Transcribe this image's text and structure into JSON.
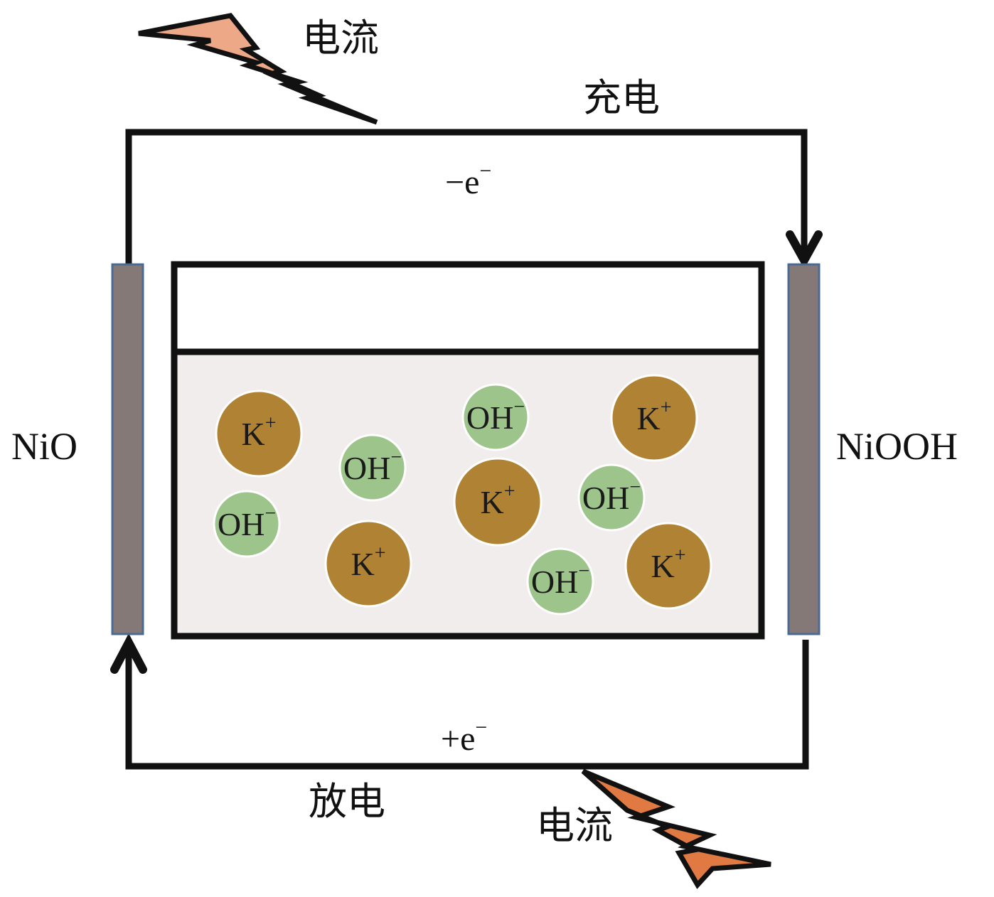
{
  "diagram": {
    "type": "nickel-battery-charge-discharge",
    "colors": {
      "wire": "#111111",
      "electrode_fill": "#857977",
      "electrode_border": "#4a6a94",
      "electrolyte": "#f1eded",
      "k_ion": "#b08233",
      "oh_ion": "#9dc48a",
      "bolt_top": "#eda887",
      "bolt_bottom": "#e07a42"
    },
    "labels": {
      "current_top": "电流",
      "charge": "充电",
      "minus_e_sign": "−e",
      "minus_e_sup": "−",
      "left_electrode": "NiO",
      "right_electrode": "NiOOH",
      "plus_e_sign": "+e",
      "plus_e_sup": "−",
      "discharge": "放电",
      "current_bottom": "电流"
    },
    "ions": [
      {
        "species": "K",
        "charge": "+",
        "kind": "k"
      },
      {
        "species": "OH",
        "charge": "−",
        "kind": "oh"
      },
      {
        "species": "OH",
        "charge": "−",
        "kind": "oh"
      },
      {
        "species": "K",
        "charge": "+",
        "kind": "k"
      },
      {
        "species": "OH",
        "charge": "−",
        "kind": "oh"
      },
      {
        "species": "K",
        "charge": "+",
        "kind": "k"
      },
      {
        "species": "OH",
        "charge": "−",
        "kind": "oh"
      },
      {
        "species": "K",
        "charge": "+",
        "kind": "k"
      },
      {
        "species": "OH",
        "charge": "−",
        "kind": "oh"
      },
      {
        "species": "K",
        "charge": "+",
        "kind": "k"
      }
    ]
  }
}
